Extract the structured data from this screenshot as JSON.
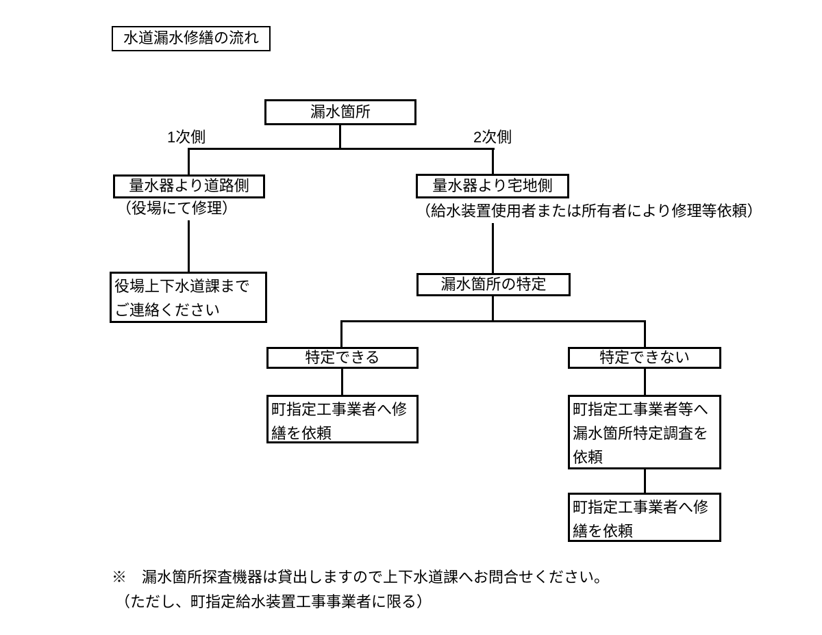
{
  "page": {
    "title": "水道漏水修繕の流れ"
  },
  "flow": {
    "root_box": "漏水箇所",
    "branch_label_primary": "1次側",
    "branch_label_secondary": "2次側",
    "meter_road_side_box": "量水器より道路側",
    "road_side_caption": "（役場にて修理）",
    "contact_office_box": "役場上下水道課まで\nご連絡ください",
    "meter_premise_side_box": "量水器より宅地側",
    "premise_side_caption": "（給水装置使用者または所有者により修理等依頼）",
    "identify_leak_box": "漏水箇所の特定",
    "identifiable_box": "特定できる",
    "unidentifiable_box": "特定できない",
    "repair_request_left_box": "町指定工事業者へ修\n繕を依頼",
    "investigation_request_box": "町指定工事業者等へ\n漏水箇所特定調査を\n依頼",
    "repair_request_right_box": "町指定工事業者へ修\n繕を依頼"
  },
  "note": {
    "line1": "※　漏水箇所探査機器は貸出しますので上下水道課へお問合せください。",
    "line2": "（ただし、町指定給水装置工事事業者に限る）"
  }
}
